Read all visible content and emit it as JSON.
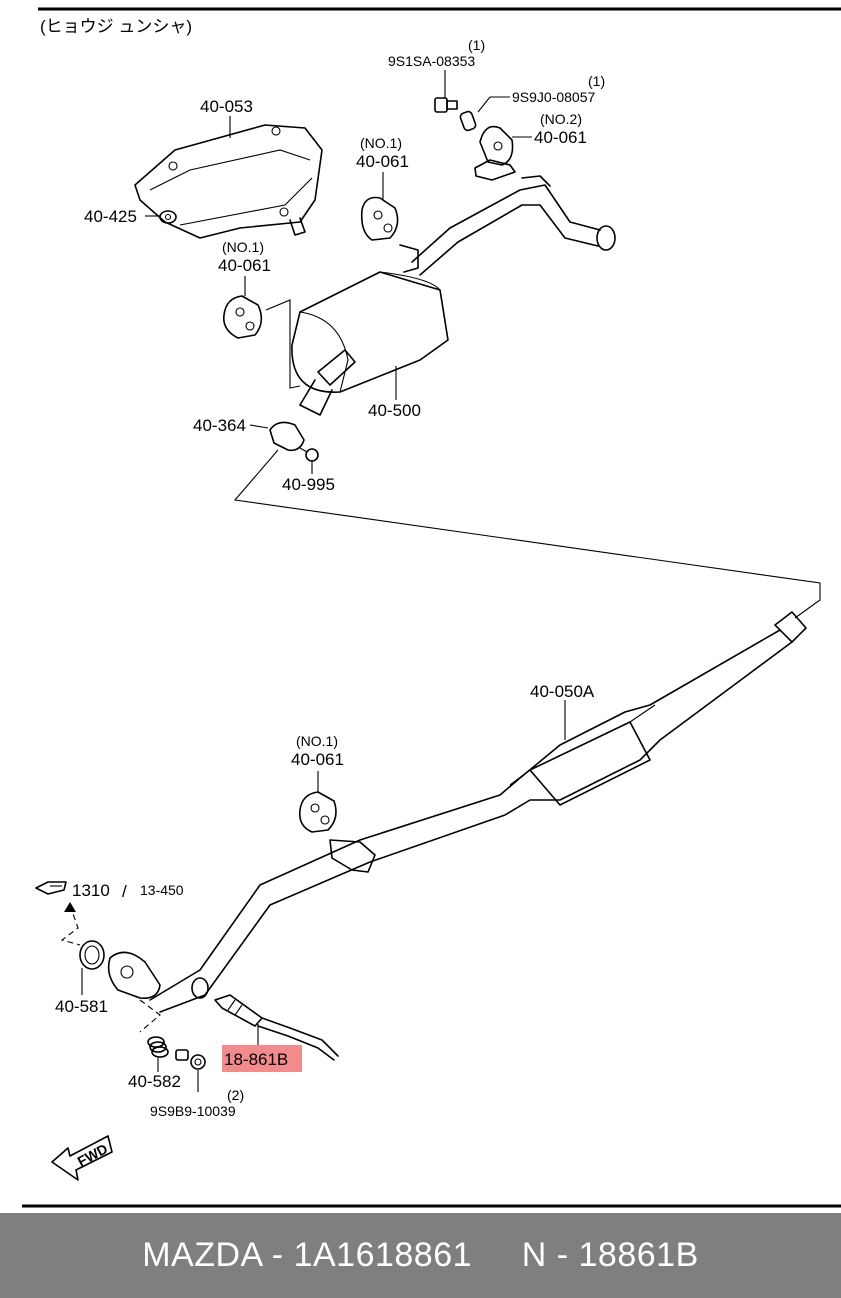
{
  "header": {
    "title": "(ヒョウジ ュンシャ)"
  },
  "labels": {
    "bolt_qty": "(1)",
    "bolt": "9S1SA-08353",
    "pin_qty": "(1)",
    "pin": "9S9J0-08057",
    "hanger_no2_tag": "(NO.2)",
    "hanger_no2": "40-061",
    "heat_insulator": "40-053",
    "hanger_top_tag": "(NO.1)",
    "hanger_top": "40-061",
    "nut": "40-425",
    "hanger_mid_tag": "(NO.1)",
    "hanger_mid": "40-061",
    "gasket": "40-364",
    "muffler": "40-500",
    "bolt_995": "40-995",
    "front_pipe": "40-050A",
    "hanger_low_tag": "(NO.1)",
    "hanger_low": "40-061",
    "ref_main": "1310",
    "ref_sub": "13-450",
    "ring_gasket": "40-581",
    "spring": "40-582",
    "sensor": "18-861B",
    "nut_qty": "(2)",
    "nut_9s9b9": "9S9B9-10039",
    "fwd": "FWD"
  },
  "highlight_color": "#f28b8b",
  "footer": {
    "text": "MAZDA - 1A1618861     N - 18861B"
  }
}
